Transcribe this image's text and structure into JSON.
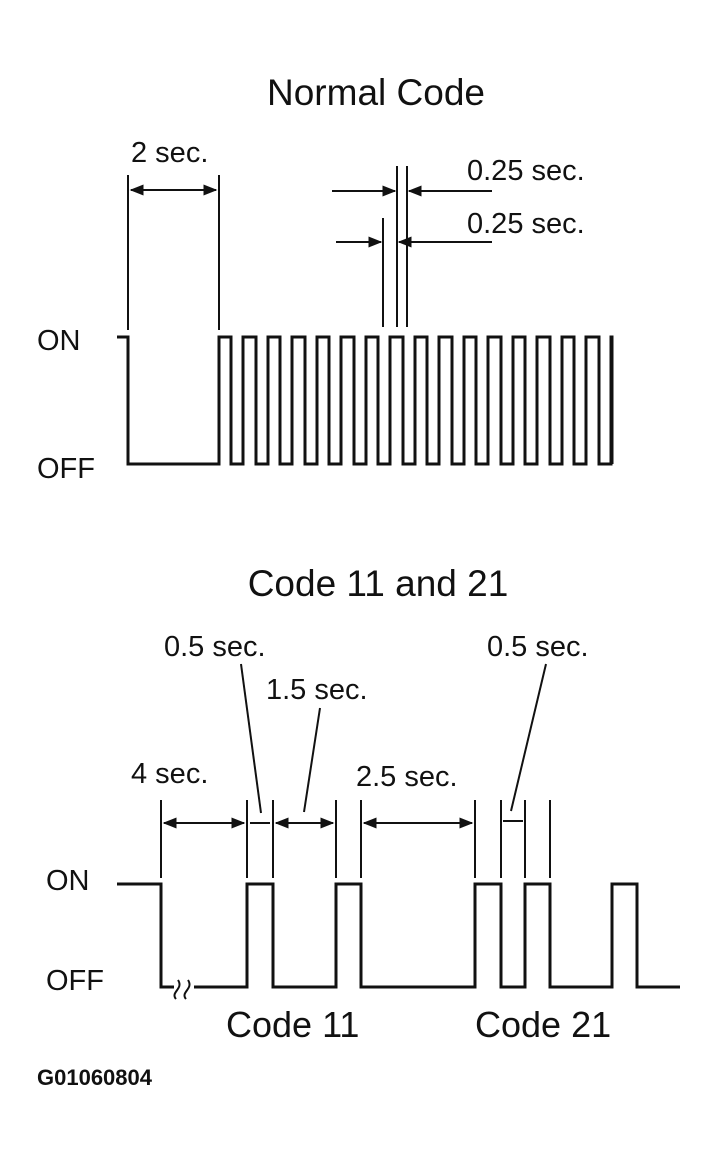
{
  "top": {
    "title": "Normal Code",
    "on_label": "ON",
    "off_label": "OFF",
    "dim_2sec": "2 sec.",
    "dim_025_a": "0.25 sec.",
    "dim_025_b": "0.25 sec."
  },
  "bottom": {
    "title": "Code 11 and 21",
    "on_label": "ON",
    "off_label": "OFF",
    "dim_4sec": "4 sec.",
    "dim_05_left": "0.5 sec.",
    "dim_15": "1.5 sec.",
    "dim_25": "2.5 sec.",
    "dim_05_right": "0.5 sec.",
    "code11": "Code 11",
    "code21": "Code 21"
  },
  "figure_id": "G01060804"
}
